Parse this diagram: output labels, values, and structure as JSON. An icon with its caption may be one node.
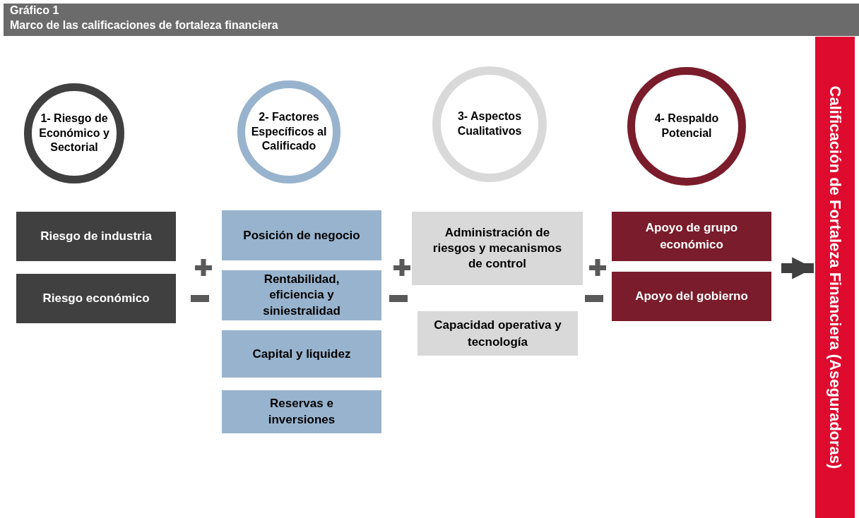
{
  "diagram": {
    "title": "Marco de las calificaciones de fortaleza financiera",
    "labels": [
      "Gráfico 1"
    ],
    "nodes": [
      {
        "text": [
          "1- Riesgo de Económico y Sectorial"
        ]
      },
      {
        "text": [
          "2- Factores Específicos al Calificado"
        ]
      },
      {
        "text": [
          "3- Aspectos Cualitativos"
        ]
      },
      {
        "text": [
          "4- Respaldo Potencial"
        ]
      },
      {
        "text": [
          "Riesgo de industria"
        ]
      },
      {
        "text": [
          "Riesgo económico"
        ]
      },
      {
        "text": [
          "Posición de negocio"
        ]
      },
      {
        "text": [
          "Rentabilidad, eficiencia y siniestralidad"
        ]
      },
      {
        "text": [
          "Capital y liquidez"
        ]
      },
      {
        "text": [
          "Reservas e inversiones"
        ]
      },
      {
        "text": [
          "Administración de riesgos y mecanismos de control"
        ]
      },
      {
        "text": [
          "Capacidad operativa y tecnología"
        ]
      },
      {
        "text": [
          "Apoyo de grupo económico"
        ]
      },
      {
        "text": [
          "Apoyo del gobierno"
        ]
      },
      {
        "text": [
          "Calificación de Fortaleza Financiera (Aseguradoras)"
        ]
      }
    ],
    "edges": [
      {
        "from": null,
        "to": 14,
        "arrow": "to"
      }
    ]
  }
}
